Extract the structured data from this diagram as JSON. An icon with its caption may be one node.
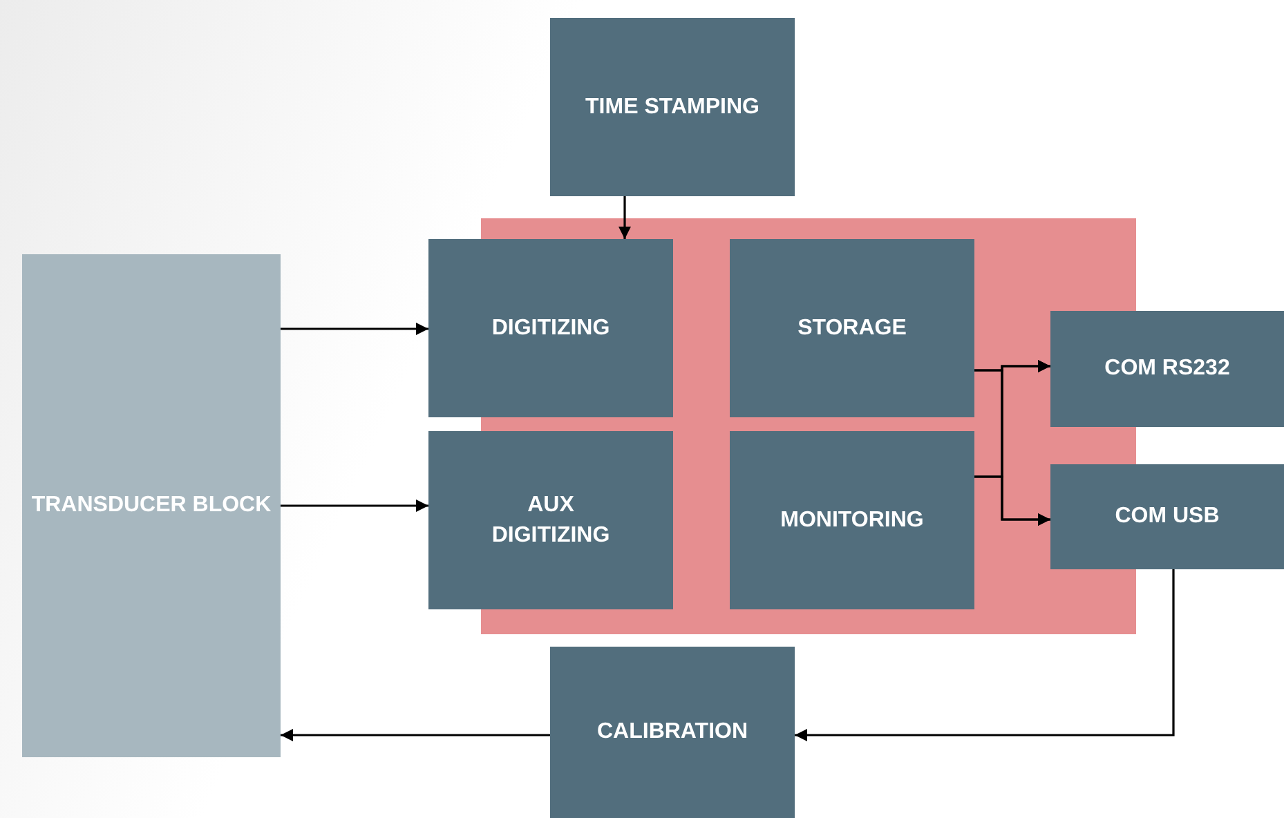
{
  "diagram": {
    "nodes": [
      {
        "text": [
          "TIME STAMPING"
        ]
      },
      {
        "text": [],
        "shape": "box"
      },
      {
        "text": [
          "DIGITIZING"
        ]
      },
      {
        "text": [
          "STORAGE"
        ],
        "in": 1
      },
      {
        "text": [
          "COM RS232"
        ]
      },
      {
        "text": [
          "TRANSDUCER BLOCK"
        ]
      },
      {
        "text": [
          "AUX DIGITIZING"
        ]
      },
      {
        "text": [
          "MONITORING"
        ],
        "in": 1
      },
      {
        "text": [
          "COM USB"
        ]
      },
      {
        "text": [
          "CALIBRATION"
        ]
      }
    ],
    "edges": [
      {
        "from": 0,
        "to": 2,
        "arrow": "to"
      },
      {
        "from": 5,
        "to": 2,
        "arrow": "to"
      },
      {
        "from": 5,
        "to": 6,
        "arrow": "to"
      },
      {
        "from": 3,
        "to": 4,
        "arrow": "to"
      },
      {
        "from": 3,
        "to": 8,
        "arrow": "to"
      },
      {
        "from": 7,
        "to": 4,
        "arrow": "to"
      },
      {
        "from": 7,
        "to": 8,
        "arrow": "to"
      },
      {
        "from": 8,
        "to": 9,
        "arrow": "to"
      },
      {
        "from": 9,
        "to": 5,
        "arrow": "to"
      }
    ]
  }
}
